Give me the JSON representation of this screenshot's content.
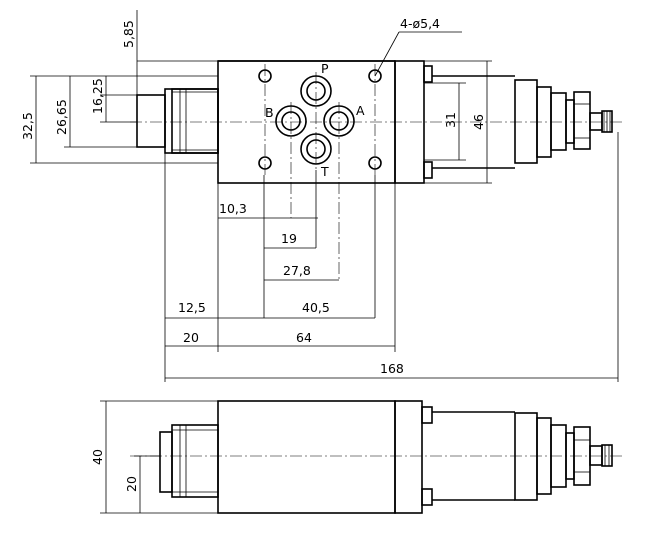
{
  "dimensions": {
    "vertical": {
      "d_5_85": "5,85",
      "d_16_25": "16,25",
      "d_26_65": "26,65",
      "d_32_5": "32,5",
      "d_31": "31",
      "d_46": "46",
      "d_40": "40",
      "d_20_side": "20"
    },
    "horizontal": {
      "d_10_3": "10,3",
      "d_19": "19",
      "d_27_8": "27,8",
      "d_12_5": "12,5",
      "d_40_5": "40,5",
      "d_20": "20",
      "d_64": "64",
      "d_168": "168"
    },
    "hole_callout": "4-ø5,4"
  },
  "port_labels": {
    "p": "P",
    "a": "A",
    "b": "B",
    "t": "T"
  }
}
